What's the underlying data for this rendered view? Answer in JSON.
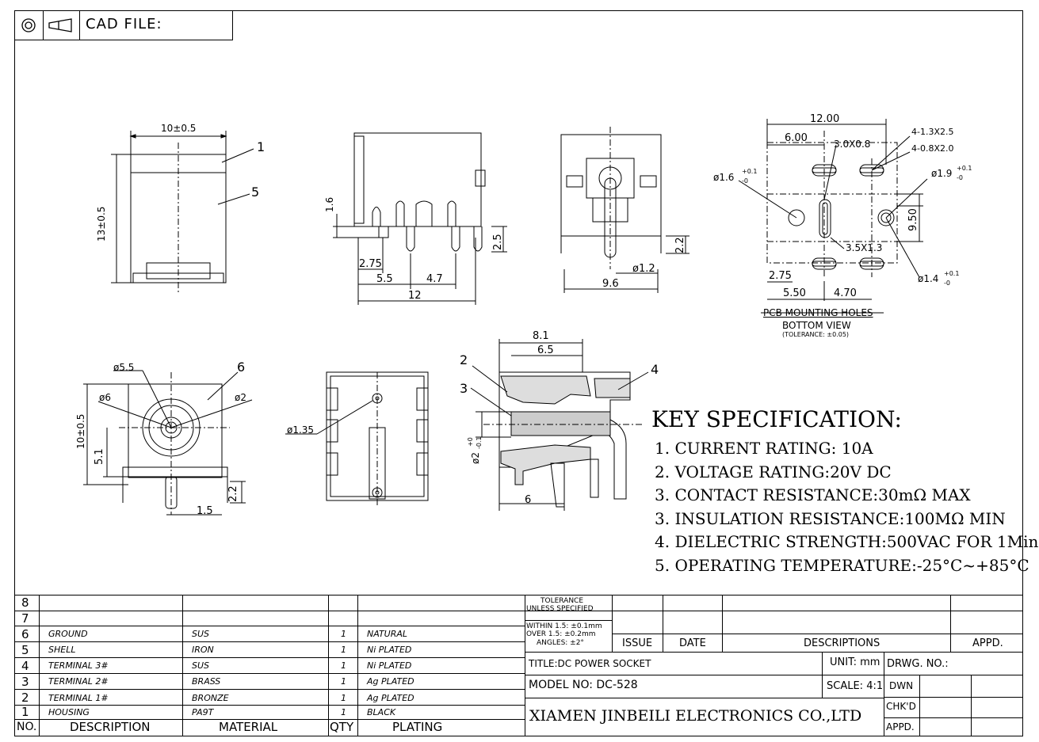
{
  "header": {
    "cad_label": "CAD FILE:",
    "icon_left": "projection-circle-icon",
    "icon_right": "projection-cone-icon"
  },
  "drawing": {
    "front": {
      "width": "10±0.5",
      "height": "13±0.5",
      "balloon1": "1",
      "balloon5": "5"
    },
    "side": {
      "d1": "1.6",
      "d2": "2.75",
      "d3": "5.5",
      "d4": "4.7",
      "d5": "12",
      "d6": "2.5"
    },
    "rear": {
      "d1": "ø1.2",
      "d2": "9.6",
      "d3": "2.2"
    },
    "pcb": {
      "w12": "12.00",
      "w6": "6.00",
      "slot3": "3.0X0.8",
      "holes4a": "4-1.3X2.5",
      "holes4b": "4-0.8X2.0",
      "d16": "ø1.6",
      "d16tol_up": "+0.1",
      "d16tol_dn": "-0",
      "d19": "ø1.9",
      "d19tol_up": "+0.1",
      "d19tol_dn": "-0",
      "h950": "9.50",
      "slot35": "3.5X1.3",
      "d275": "2.75",
      "d14": "ø1.4",
      "d14tol_up": "+0.1",
      "d14tol_dn": "-0",
      "d550": "5.50",
      "d470": "4.70",
      "title": "PCB MOUNTING HOLES",
      "sub": "BOTTOM VIEW",
      "tol": "(TOLERANCE: ±0.05)"
    },
    "face": {
      "d55": "ø5.5",
      "d6": "ø6",
      "d2": "ø2",
      "h10": "10±0.5",
      "h51": "5.1",
      "w15": "1.5",
      "h22": "2.2",
      "balloon6": "6"
    },
    "top": {
      "d135": "ø1.35"
    },
    "section": {
      "w81": "8.1",
      "w65": "6.5",
      "w6": "6",
      "pin": "ø2",
      "pin_up": "+0",
      "pin_dn": "-0.1",
      "b2": "2",
      "b3": "3",
      "b4": "4"
    }
  },
  "key_spec": {
    "title": "KEY SPECIFICATION:",
    "items": [
      "1. CURRENT RATING: 10A",
      "2. VOLTAGE RATING:20V DC",
      "3. CONTACT RESISTANCE:30mΩ MAX",
      "3. INSULATION RESISTANCE:100MΩ MIN",
      "4. DIELECTRIC STRENGTH:500VAC FOR 1Min",
      "5. OPERATING TEMPERATURE:-25°C~+85°C"
    ]
  },
  "bom": {
    "rows": [
      {
        "no": "8",
        "desc": "",
        "mat": "",
        "qty": "",
        "plating": ""
      },
      {
        "no": "7",
        "desc": "",
        "mat": "",
        "qty": "",
        "plating": ""
      },
      {
        "no": "6",
        "desc": "GROUND",
        "mat": "SUS",
        "qty": "1",
        "plating": "NATURAL"
      },
      {
        "no": "5",
        "desc": "SHELL",
        "mat": "IRON",
        "qty": "1",
        "plating": "Ni PLATED"
      },
      {
        "no": "4",
        "desc": "TERMINAL 3#",
        "mat": "SUS",
        "qty": "1",
        "plating": "Ni PLATED"
      },
      {
        "no": "3",
        "desc": "TERMINAL 2#",
        "mat": "BRASS",
        "qty": "1",
        "plating": "Ag PLATED"
      },
      {
        "no": "2",
        "desc": "TERMINAL 1#",
        "mat": "BRONZE",
        "qty": "1",
        "plating": "Ag PLATED"
      },
      {
        "no": "1",
        "desc": "HOUSING",
        "mat": "PA9T",
        "qty": "1",
        "plating": "BLACK"
      }
    ],
    "header": {
      "no": "NO.",
      "desc": "DESCRIPTION",
      "mat": "MATERIAL",
      "qty": "QTY",
      "plating": "PLATING"
    }
  },
  "title_block": {
    "tol1": "TOLERANCE",
    "tol2": "UNLESS SPECIFIED",
    "tol3": "WITHIN 1.5: ±0.1mm",
    "tol4": "OVER 1.5: ±0.2mm",
    "tol5": "ANGLES: ±2°",
    "issue": "ISSUE",
    "date": "DATE",
    "descriptions": "DESCRIPTIONS",
    "appd": "APPD.",
    "title": "TITLE:DC POWER SOCKET",
    "unit": "UNIT: mm",
    "drwg": "DRWG. NO.:",
    "model": "MODEL NO: DC-528",
    "scale": "SCALE: 4:1",
    "dwn": "DWN",
    "company": "XIAMEN JINBEILI ELECTRONICS CO.,LTD",
    "chkd": "CHK'D",
    "appd2": "APPD."
  }
}
